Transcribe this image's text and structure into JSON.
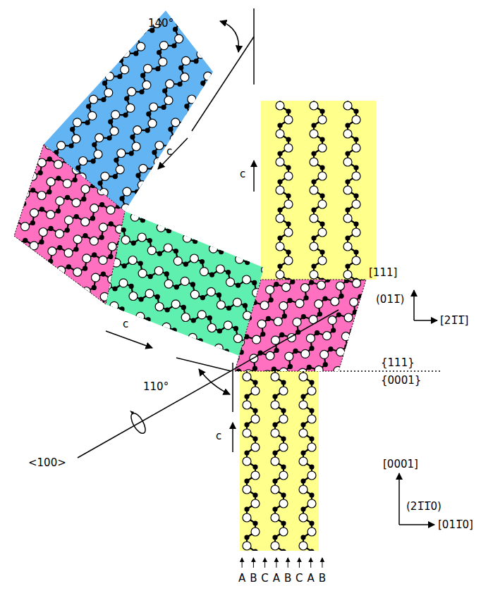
{
  "diagram": {
    "labels": [
      "140°",
      "c",
      "c",
      "[111]",
      "(011̅)",
      "[21̅1̅]",
      "{111}",
      "{0001}",
      "c",
      "110°",
      "<100>",
      "c",
      "[0001]",
      "(21̅1̅0)",
      "[011̅0]",
      "ABCABCAB"
    ]
  }
}
